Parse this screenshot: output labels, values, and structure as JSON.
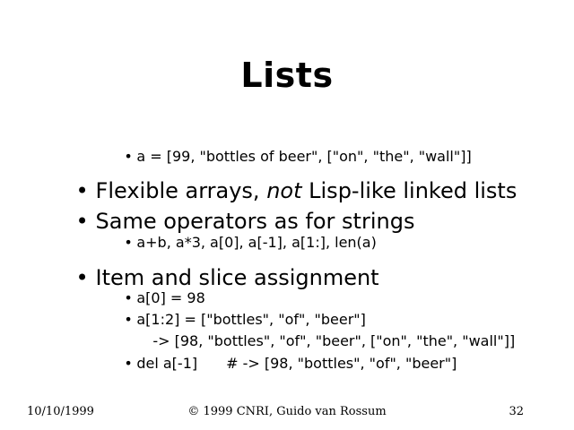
{
  "slide": {
    "title": "Lists",
    "bullet_char": "•",
    "sub_bullet_char": "•",
    "items": [
      {
        "level": 2,
        "text": "a = [99, \"bottles of beer\", [\"on\", \"the\", \"wall\"]]"
      },
      {
        "level": 1,
        "text_before": "Flexible arrays, ",
        "emphasis": "not",
        "text_after": " Lisp-like linked lists"
      },
      {
        "level": 1,
        "text": "Same operators as for strings"
      },
      {
        "level": 2,
        "text": "a+b, a*3, a[0], a[-1], a[1:], len(a)"
      },
      {
        "level": 1,
        "text": "Item and slice assignment"
      },
      {
        "level": 2,
        "text": "a[0] = 98"
      },
      {
        "level": 2,
        "text": "a[1:2] = [\"bottles\", \"of\", \"beer\"]"
      },
      {
        "level": 3,
        "text": "-> [98, \"bottles\", \"of\", \"beer\", [\"on\", \"the\", \"wall\"]]"
      },
      {
        "level": 2,
        "text_before": "del a[-1]",
        "text_after": "# -> [98, \"bottles\", \"of\", \"beer\"]"
      }
    ]
  },
  "footer": {
    "date": "10/10/1999",
    "copyright": "© 1999 CNRI, Guido van Rossum",
    "page_number": "32"
  }
}
